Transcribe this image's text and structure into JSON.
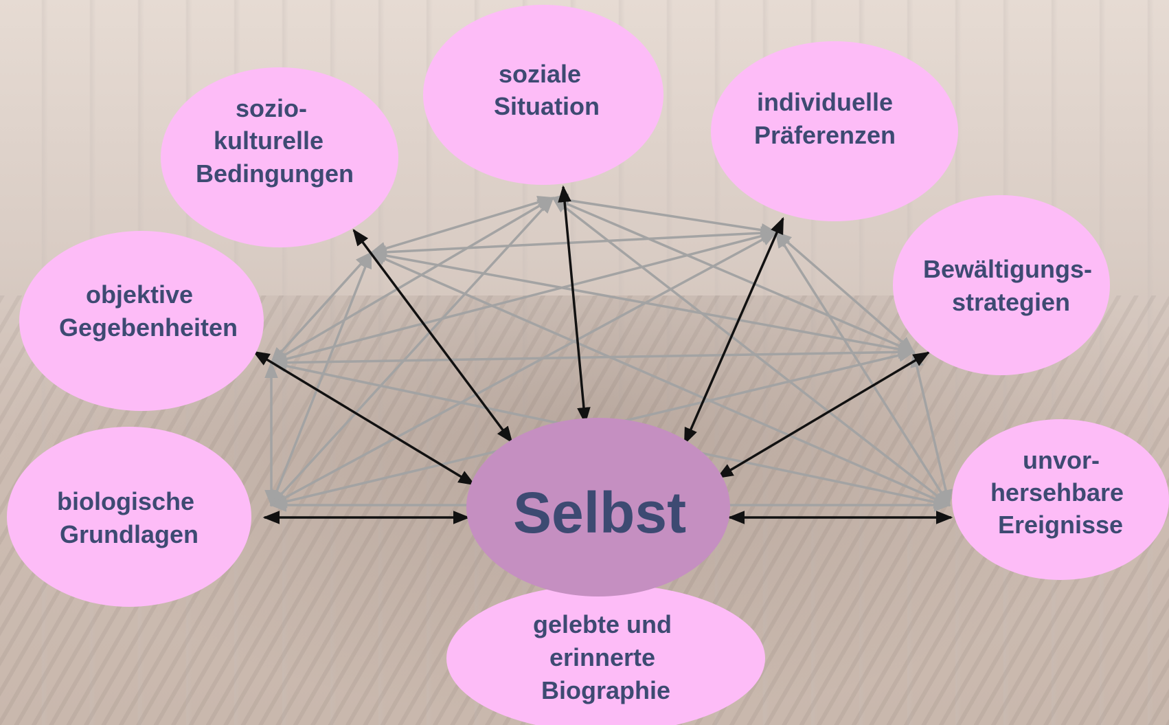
{
  "center": {
    "label": "Selbst"
  },
  "nodes": [
    {
      "id": "sozial",
      "lines": [
        "soziale",
        "Situation"
      ]
    },
    {
      "id": "sozio",
      "lines": [
        "sozio-",
        "kulturelle",
        "Bedingungen"
      ]
    },
    {
      "id": "indiv",
      "lines": [
        "individuelle",
        "Präferenzen"
      ]
    },
    {
      "id": "objektiv",
      "lines": [
        "objektive",
        "Gegebenheiten"
      ]
    },
    {
      "id": "bewaelt",
      "lines": [
        "Bewältigungs-",
        "strategien"
      ]
    },
    {
      "id": "bio",
      "lines": [
        "biologische",
        "Grundlagen"
      ]
    },
    {
      "id": "unvor",
      "lines": [
        "unvor-",
        "hersehbare",
        "Ereignisse"
      ]
    },
    {
      "id": "biografie",
      "lines": [
        "gelebte und",
        "erinnerte",
        "Biographie"
      ]
    }
  ],
  "colors": {
    "node_fill": "#fdbcf7",
    "center_fill": "#c58fc1",
    "text": "#3d4a72",
    "center_text": "#344a70",
    "arrow_dark": "#111111",
    "arrow_gray": "#a3a3a3"
  },
  "edges_to_center": [
    "sozial",
    "sozio",
    "indiv",
    "objektiv",
    "bewaelt",
    "bio",
    "unvor"
  ],
  "edges_between": [
    [
      "sozio",
      "sozial"
    ],
    [
      "sozio",
      "indiv"
    ],
    [
      "sozio",
      "objektiv"
    ],
    [
      "sozio",
      "bewaelt"
    ],
    [
      "sozio",
      "bio"
    ],
    [
      "sozio",
      "unvor"
    ],
    [
      "sozial",
      "indiv"
    ],
    [
      "sozial",
      "objektiv"
    ],
    [
      "sozial",
      "bewaelt"
    ],
    [
      "sozial",
      "bio"
    ],
    [
      "sozial",
      "unvor"
    ],
    [
      "indiv",
      "objektiv"
    ],
    [
      "indiv",
      "bewaelt"
    ],
    [
      "indiv",
      "bio"
    ],
    [
      "indiv",
      "unvor"
    ],
    [
      "objektiv",
      "bewaelt"
    ],
    [
      "objektiv",
      "bio"
    ],
    [
      "objektiv",
      "unvor"
    ],
    [
      "bewaelt",
      "bio"
    ],
    [
      "bewaelt",
      "unvor"
    ],
    [
      "bio",
      "unvor"
    ]
  ]
}
